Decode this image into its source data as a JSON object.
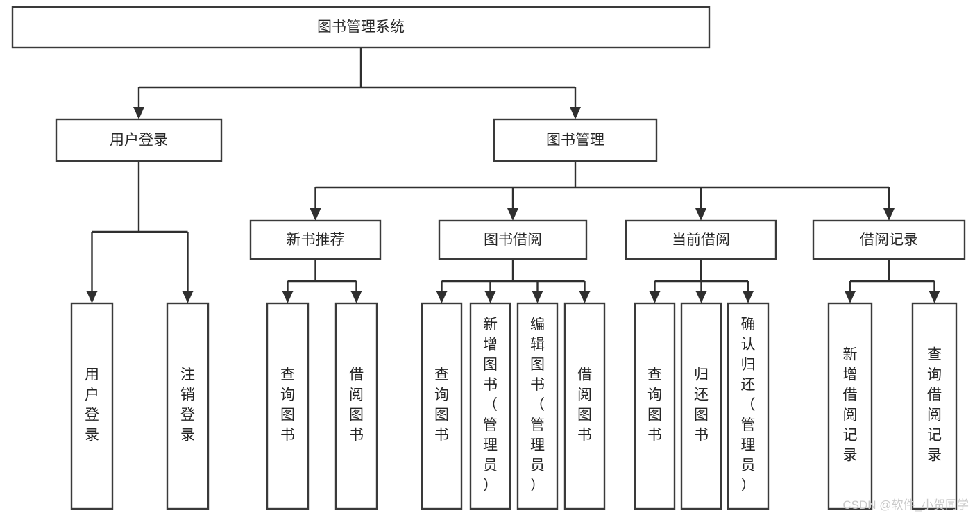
{
  "diagram": {
    "title": "图书管理系统",
    "type": "tree-hierarchy",
    "root": {
      "id": "root",
      "label": "图书管理系统"
    },
    "level1": [
      {
        "id": "user-login",
        "label": "用户登录"
      },
      {
        "id": "book-management",
        "label": "图书管理"
      }
    ],
    "level2": [
      {
        "id": "new-book-recommend",
        "label": "新书推荐",
        "parent": "book-management"
      },
      {
        "id": "book-borrow",
        "label": "图书借阅",
        "parent": "book-management"
      },
      {
        "id": "current-borrow",
        "label": "当前借阅",
        "parent": "book-management"
      },
      {
        "id": "borrow-record",
        "label": "借阅记录",
        "parent": "book-management"
      }
    ],
    "leaves": {
      "user-login": [
        {
          "id": "leaf-user-login",
          "label": "用户登录"
        },
        {
          "id": "leaf-logout",
          "label": "注销登录"
        }
      ],
      "new-book-recommend": [
        {
          "id": "leaf-query-book-1",
          "label": "查询图书"
        },
        {
          "id": "leaf-borrow-book-1",
          "label": "借阅图书"
        }
      ],
      "book-borrow": [
        {
          "id": "leaf-query-book-2",
          "label": "查询图书"
        },
        {
          "id": "leaf-add-book",
          "label": "新增图书（管理员）"
        },
        {
          "id": "leaf-edit-book",
          "label": "编辑图书（管理员）"
        },
        {
          "id": "leaf-borrow-book-2",
          "label": "借阅图书"
        }
      ],
      "current-borrow": [
        {
          "id": "leaf-query-book-3",
          "label": "查询图书"
        },
        {
          "id": "leaf-return-book",
          "label": "归还图书"
        },
        {
          "id": "leaf-confirm-return",
          "label": "确认归还（管理员）"
        }
      ],
      "borrow-record": [
        {
          "id": "leaf-add-record",
          "label": "新增借阅记录"
        },
        {
          "id": "leaf-query-record",
          "label": "查询借阅记录"
        }
      ]
    }
  },
  "watermark": {
    "text": "CSDN @软件_小贺同学"
  },
  "colors": {
    "box_stroke": "#3a3a3a",
    "connector": "#2f2f2f",
    "text": "#262626",
    "background": "#ffffff",
    "watermark": "#c9c9c9"
  }
}
